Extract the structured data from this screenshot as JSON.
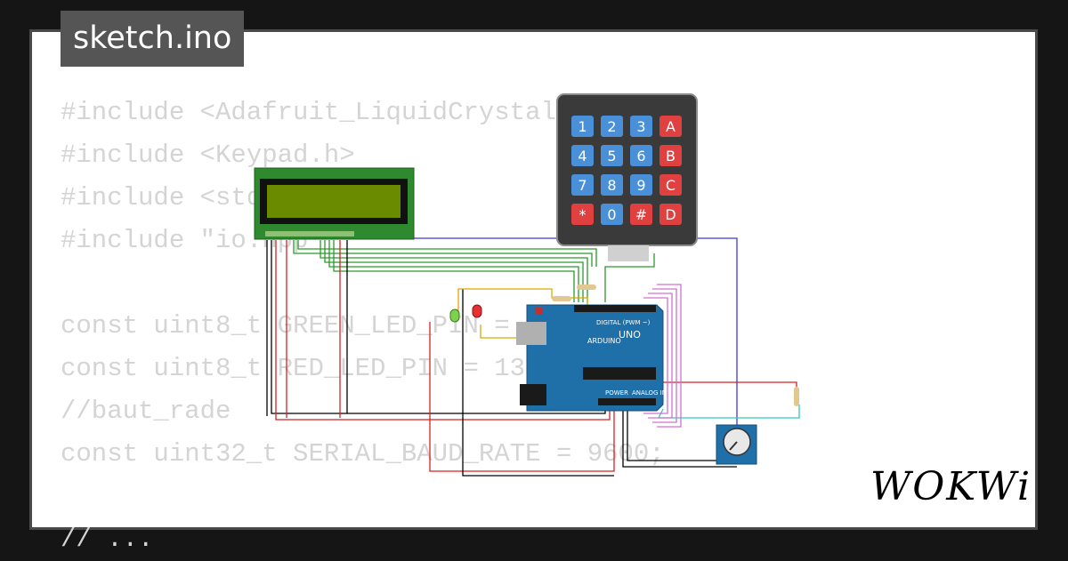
{
  "tab": {
    "filename": "sketch.ino"
  },
  "code_lines": [
    "#include <Adafruit_LiquidCrystal.h>",
    "#include <Keypad.h>",
    "#include <stdio.h>",
    "#include \"io.hpp\"",
    "",
    "const uint8_t GREEN_LED_PIN = 10;",
    "const uint8_t RED_LED_PIN = 13;",
    "//baut_rade",
    "const uint32_t SERIAL_BAUD_RATE = 9600;",
    "",
    "// ..."
  ],
  "keypad": {
    "keys": [
      "1",
      "2",
      "3",
      "A",
      "4",
      "5",
      "6",
      "B",
      "7",
      "8",
      "9",
      "C",
      "*",
      "0",
      "#",
      "D"
    ]
  },
  "arduino": {
    "brand": "ARDUINO",
    "model": "UNO",
    "digital_label": "DIGITAL (PWM ~)",
    "power_label": "POWER",
    "analog_label": "ANALOG IN"
  },
  "logo": {
    "text": "WOKWi"
  },
  "colors": {
    "background": "#151515",
    "card": "#ffffff",
    "code_text": "#d4d4d4",
    "tab_bg": "#555555",
    "lcd_board": "#2f8a2f",
    "lcd_screen": "#6a8a00",
    "keypad_body": "#3a3a3a",
    "key_blue": "#4a90d9",
    "key_red": "#e04040",
    "arduino": "#1f6fa8"
  }
}
